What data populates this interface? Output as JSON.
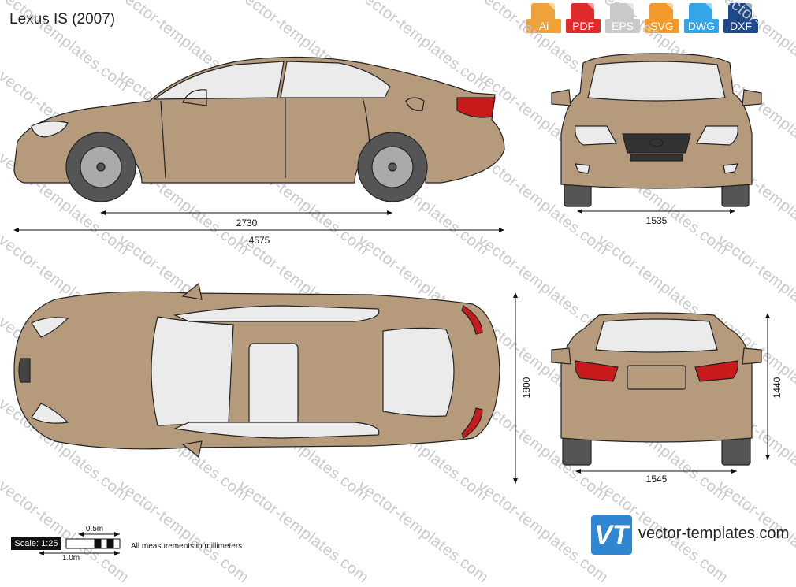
{
  "title": "Lexus IS (2007)",
  "formats": [
    {
      "label": "Ai",
      "color": "#f0a23a"
    },
    {
      "label": "PDF",
      "color": "#e02b2b"
    },
    {
      "label": "EPS",
      "color": "#c9c9c9"
    },
    {
      "label": "SVG",
      "color": "#f39a2a"
    },
    {
      "label": "DWG",
      "color": "#33a6e8"
    },
    {
      "label": "DXF",
      "color": "#1f4a8a"
    }
  ],
  "watermark": "vector-templates.com",
  "dimensions": {
    "wheelbase": "2730",
    "length": "4575",
    "front_track": "1535",
    "width": "1800",
    "rear_track": "1545",
    "height": "1440"
  },
  "scale": {
    "label": "Scale: 1:25",
    "half_m": "0.5m",
    "one_m": "1.0m"
  },
  "note": "All measurements in millimeters.",
  "logo": {
    "text": "VT",
    "site": "vector-templates.com",
    "color": "#2f86d1"
  },
  "colors": {
    "body": "#b59a7c",
    "glass": "#ebebeb",
    "outline": "#222222",
    "taillight": "#c81a1a",
    "tire": "#555555"
  }
}
